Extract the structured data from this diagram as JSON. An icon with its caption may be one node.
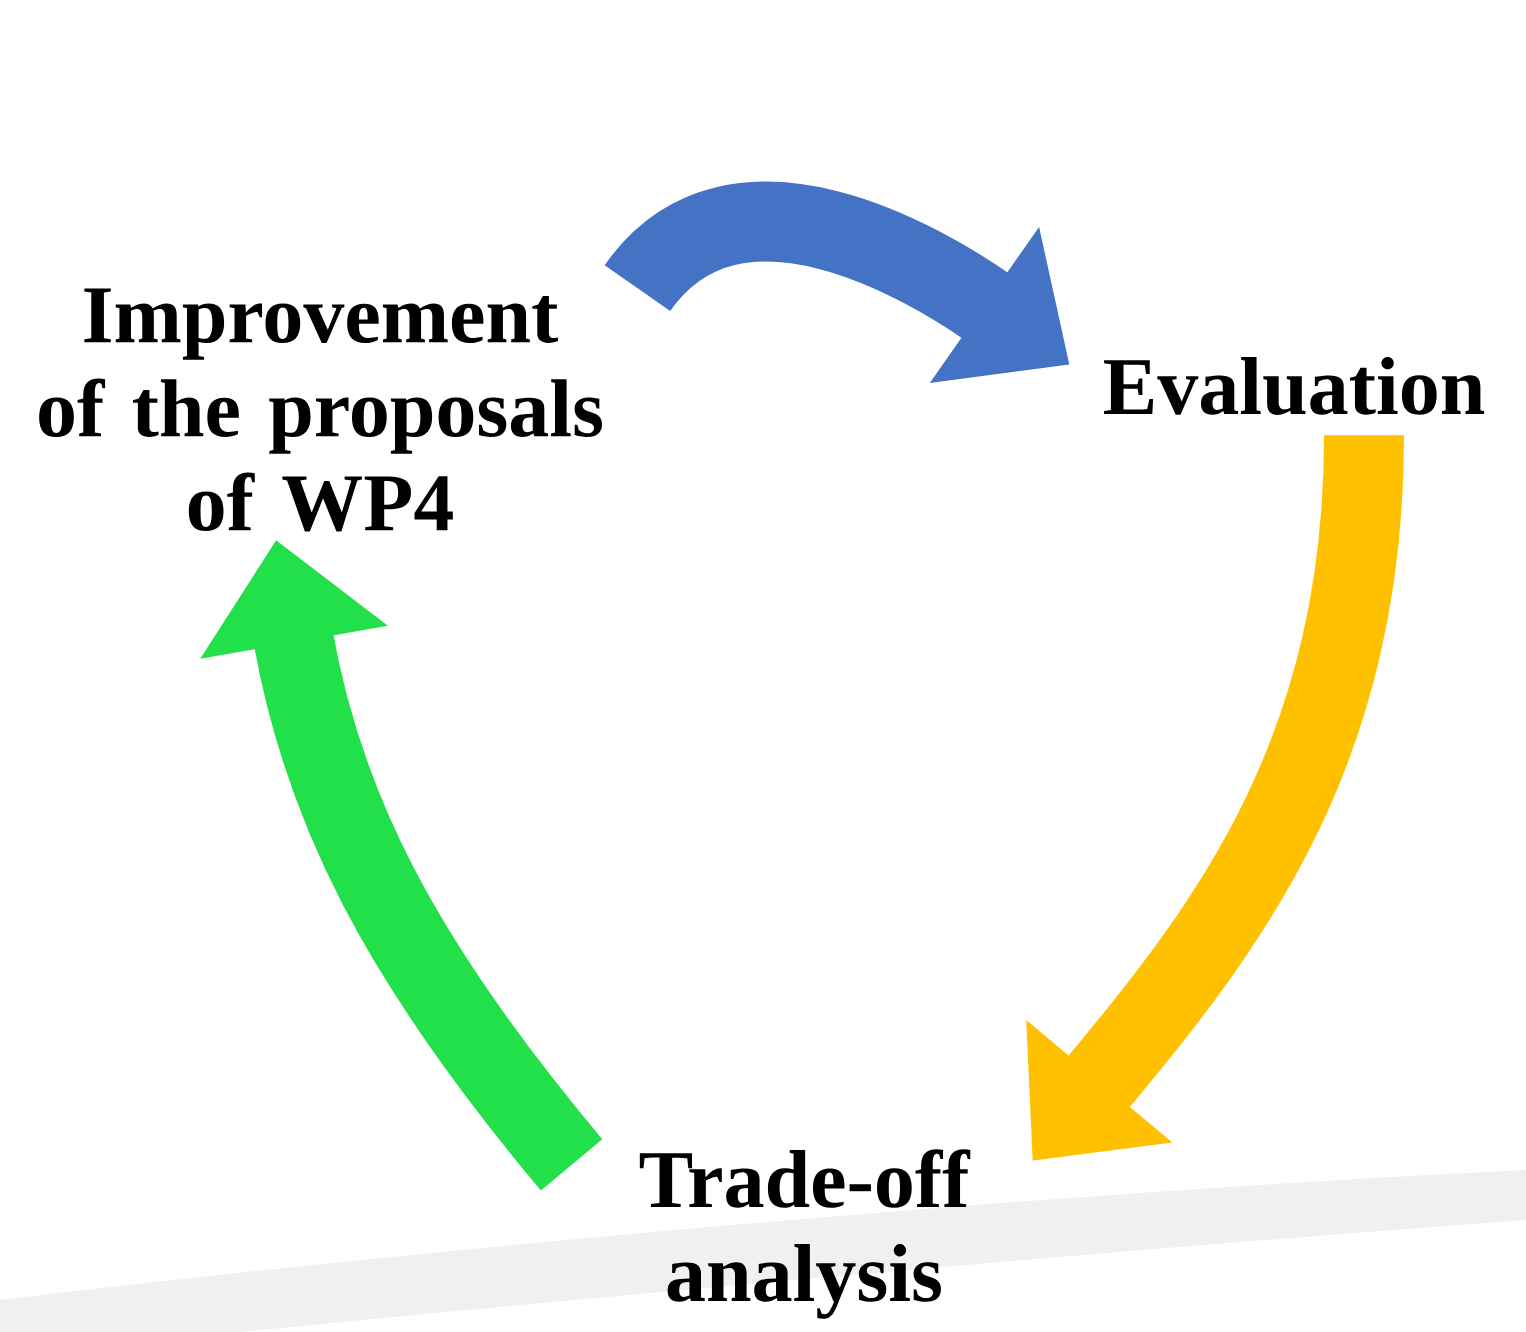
{
  "diagram": {
    "nodes": [
      {
        "text": [
          "Improvement of the proposals of WP4"
        ]
      },
      {
        "text": [
          "Evaluation"
        ]
      },
      {
        "text": [
          "Trade-off analysis"
        ]
      }
    ],
    "edges": [
      {
        "from": 0,
        "to": 1,
        "arrow": "to",
        "color": "#4472c4"
      },
      {
        "from": 1,
        "to": 2,
        "arrow": "to",
        "color": "#ffc000"
      },
      {
        "from": 2,
        "to": 0,
        "arrow": "to",
        "color": "#22e04a"
      }
    ]
  }
}
